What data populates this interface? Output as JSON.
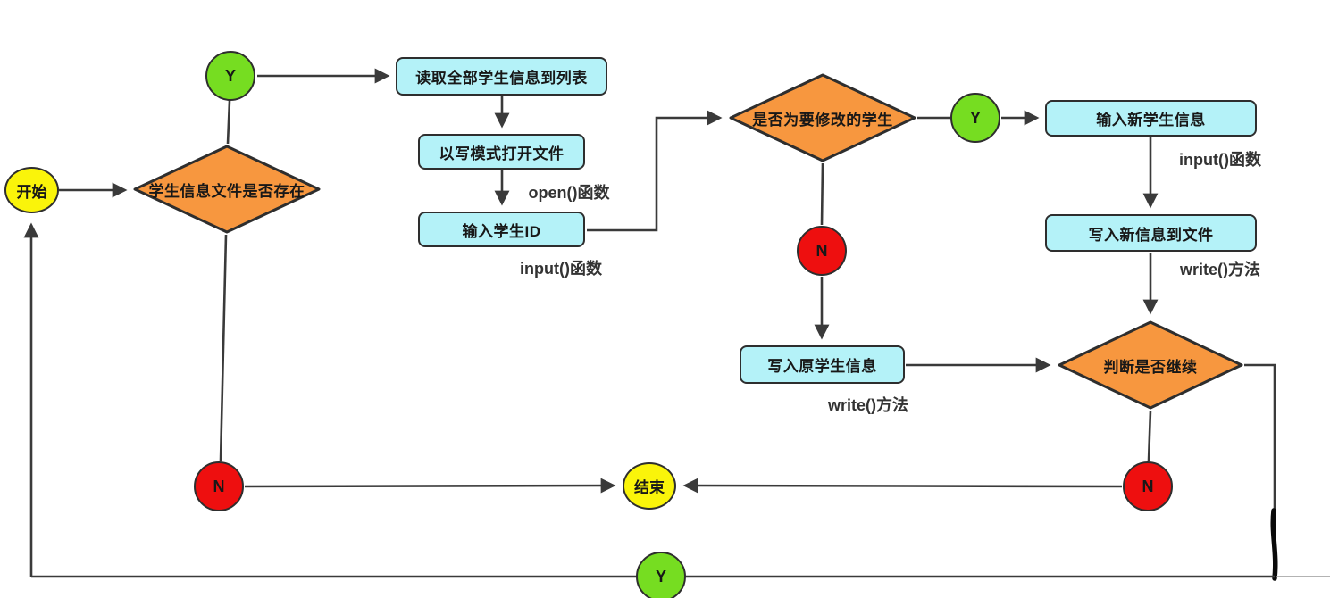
{
  "nodes": {
    "start": {
      "label": "开始"
    },
    "file_exists_decision": {
      "label": "学生信息文件是否存在"
    },
    "read_all_students": {
      "label": "读取全部学生信息到列表"
    },
    "open_file_write_mode": {
      "label": "以写模式打开文件"
    },
    "input_student_id": {
      "label": "输入学生ID"
    },
    "is_target_student_decision": {
      "label": "是否为要修改的学生"
    },
    "input_new_student_info": {
      "label": "输入新学生信息"
    },
    "write_new_info_to_file": {
      "label": "写入新信息到文件"
    },
    "continue_decision": {
      "label": "判断是否继续"
    },
    "write_original_student_info": {
      "label": "写入原学生信息"
    },
    "end": {
      "label": "结束"
    },
    "yes_top": {
      "label": "Y"
    },
    "yes_right": {
      "label": "Y"
    },
    "yes_bottom_loop": {
      "label": "Y"
    },
    "no_left": {
      "label": "N"
    },
    "no_middle": {
      "label": "N"
    },
    "no_right": {
      "label": "N"
    }
  },
  "annotations": {
    "open_function": "open()函数",
    "input_function_id": "input()函数",
    "input_function_new": "input()函数",
    "write_method_new": "write()方法",
    "write_method_original": "write()方法"
  },
  "colors": {
    "decision_fill": "#F7973F",
    "process_fill": "#B4F2F8",
    "terminal_fill": "#FAF40A",
    "yes_fill": "#76DD21",
    "no_fill": "#EE0F0F",
    "stroke": "#2E2E2E",
    "connector": "#3A3A3A"
  }
}
